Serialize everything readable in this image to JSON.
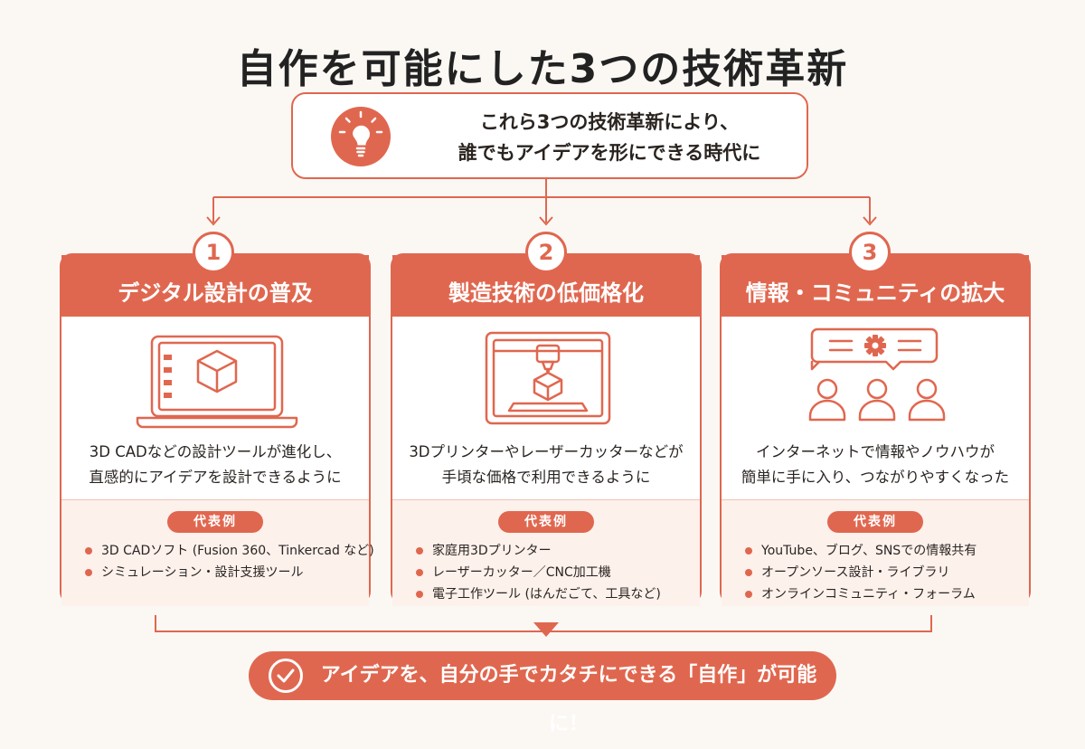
{
  "title": "自作を可能にした3つの技術革新",
  "summary": {
    "line1": "これら3つの技術革新により、",
    "line2": "誰でもアイデアを形にできる時代に",
    "icon": "lightbulb-icon"
  },
  "colors": {
    "accent": "#e0674f",
    "soft": "#fdf1ec",
    "background": "#fbf8f4"
  },
  "cards": [
    {
      "number": "1",
      "title": "デジタル設計の普及",
      "icon": "laptop-cad-icon",
      "desc1": "3D CADなどの設計ツールが進化し、",
      "desc2": "直感的にアイデアを設計できるように",
      "examples_label": "代表例",
      "examples": [
        "3D CADソフト (Fusion 360、Tinkercad など)",
        "シミュレーション・設計支援ツール"
      ]
    },
    {
      "number": "2",
      "title": "製造技術の低価格化",
      "icon": "3d-printer-icon",
      "desc1": "3Dプリンターやレーザーカッターなどが",
      "desc2": "手頃な価格で利用できるように",
      "examples_label": "代表例",
      "examples": [
        "家庭用3Dプリンター",
        "レーザーカッター／CNC加工機",
        "電子工作ツール (はんだごて、工具など)"
      ]
    },
    {
      "number": "3",
      "title": "情報・コミュニティの拡大",
      "icon": "community-icon",
      "desc1": "インターネットで情報やノウハウが",
      "desc2": "簡単に手に入り、つながりやすくなった",
      "examples_label": "代表例",
      "examples": [
        "YouTube、ブログ、SNSでの情報共有",
        "オープンソース設計・ライブラリ",
        "オンラインコミュニティ・フォーラム"
      ]
    }
  ],
  "conclusion": {
    "text": "アイデアを、自分の手でカタチにできる「自作」が可能に！",
    "icon": "check-circle-icon"
  }
}
